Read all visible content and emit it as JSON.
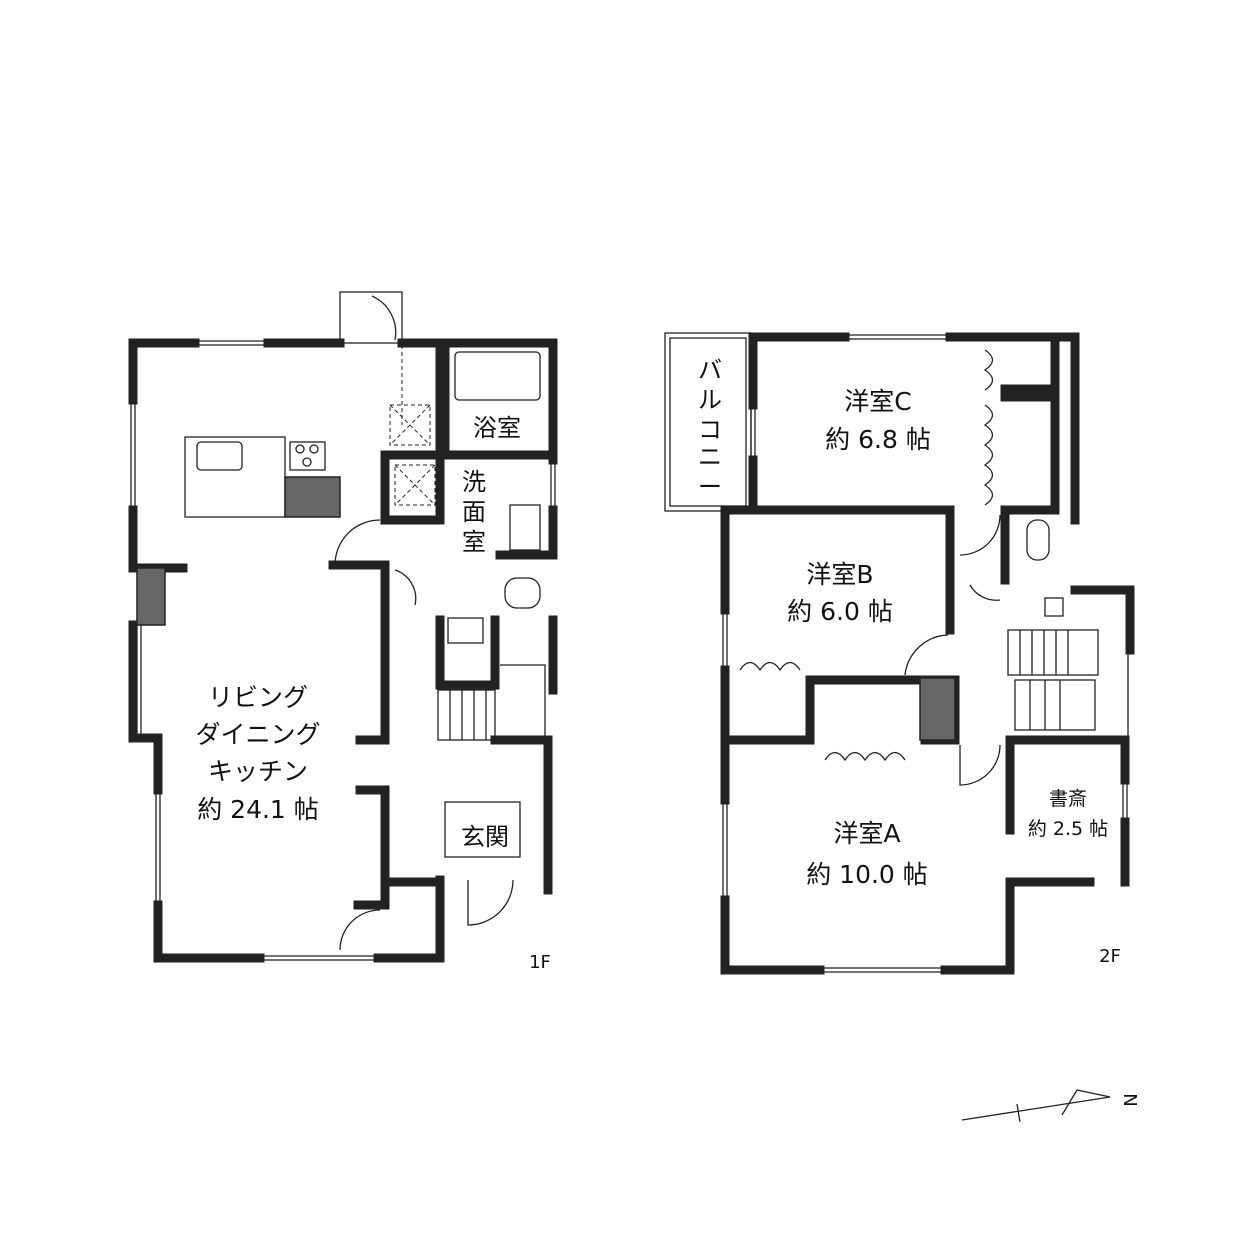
{
  "floors": [
    {
      "id": "1F",
      "label": "1F",
      "rooms": [
        {
          "id": "ldk",
          "lines": [
            "リビング",
            "ダイニング",
            "キッチン",
            "約 24.1 帖"
          ]
        },
        {
          "id": "bath",
          "lines": [
            "浴室"
          ]
        },
        {
          "id": "washroom",
          "lines": [
            "洗",
            "面",
            "室"
          ]
        },
        {
          "id": "entrance",
          "lines": [
            "玄関"
          ]
        }
      ]
    },
    {
      "id": "2F",
      "label": "2F",
      "rooms": [
        {
          "id": "balcony",
          "lines": [
            "バ",
            "ル",
            "コ",
            "ニ",
            "ー"
          ]
        },
        {
          "id": "room_c",
          "lines": [
            "洋室C",
            "約 6.8 帖"
          ]
        },
        {
          "id": "room_b",
          "lines": [
            "洋室B",
            "約 6.0 帖"
          ]
        },
        {
          "id": "room_a",
          "lines": [
            "洋室A",
            "約 10.0 帖"
          ]
        },
        {
          "id": "study",
          "lines": [
            "書斎",
            "約 2.5 帖"
          ]
        }
      ]
    }
  ],
  "compass": {
    "label": "N"
  }
}
